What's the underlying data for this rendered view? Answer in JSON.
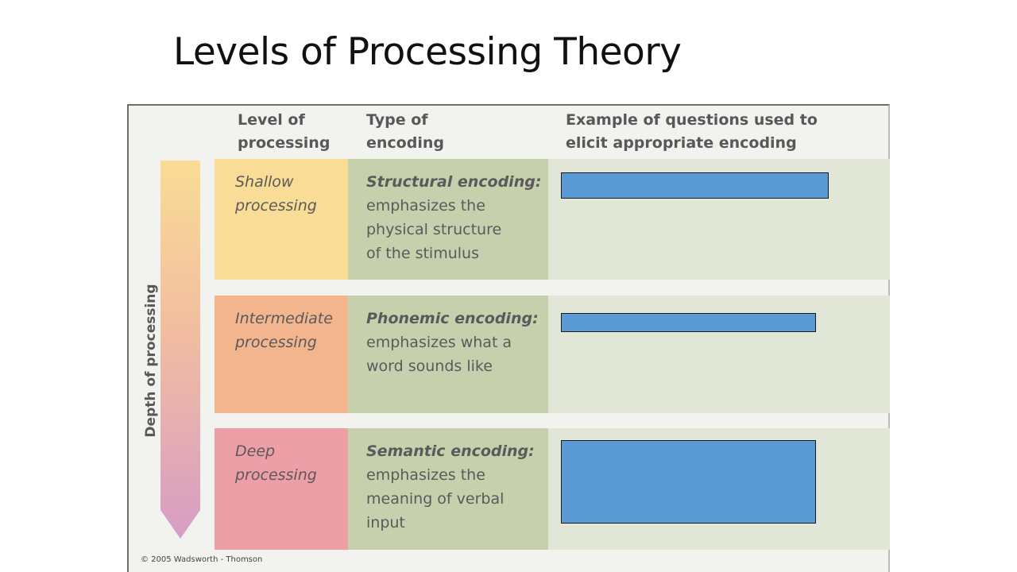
{
  "title": "Levels of Processing Theory",
  "figure": {
    "headers": {
      "level": "Level of\nprocessing",
      "type": "Type of\nencoding",
      "example": "Example of questions used to\nelicit appropriate encoding"
    },
    "axis_label": "Depth of processing",
    "rows": [
      {
        "level": "Shallow\nprocessing",
        "type_label": "Structural encoding:",
        "type_desc": "emphasizes the\nphysical structure\nof the stimulus",
        "level_color": "#f9dc95"
      },
      {
        "level": "Intermediate\nprocessing",
        "type_label": "Phonemic encoding:",
        "type_desc": "emphasizes what a\nword sounds like",
        "level_color": "#f2b58e"
      },
      {
        "level": "Deep\nprocessing",
        "type_label": "Semantic encoding:",
        "type_desc": "emphasizes the\nmeaning of verbal\ninput",
        "level_color": "#ec9fa6"
      }
    ],
    "copyright": "© 2005 Wadsworth - Thomson",
    "colors": {
      "type_column": "#c7d0ad",
      "example_column": "#e2e6d6",
      "redaction": "#5b9bd5",
      "arrow_top": "#f9dc95",
      "arrow_bottom": "#d79dc6"
    }
  }
}
